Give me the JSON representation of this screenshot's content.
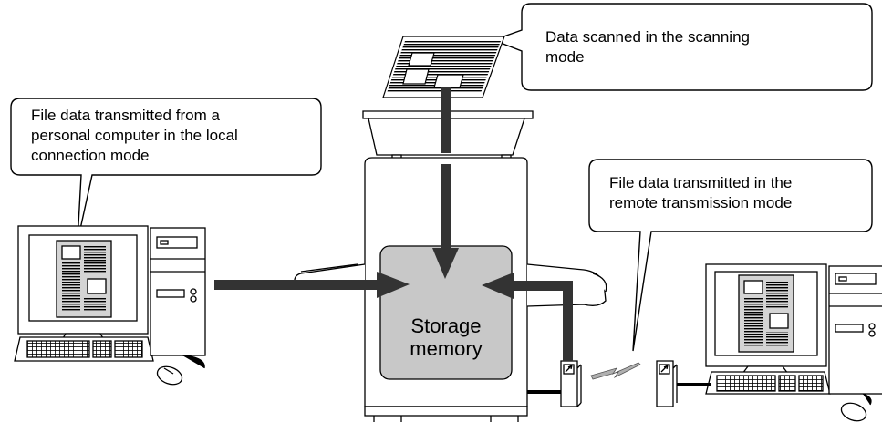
{
  "callouts": {
    "scanned": "Data scanned in the scanning\nmode",
    "local": "File data transmitted from a\npersonal computer in the local\nconnection mode",
    "remote": "File data transmitted in the\nremote transmission mode"
  },
  "memory": {
    "label": "Storage\nmemory"
  },
  "colors": {
    "memory_fill": "#c8c8c8",
    "arrow": "#333333",
    "line": "#000000",
    "background": "#ffffff"
  }
}
